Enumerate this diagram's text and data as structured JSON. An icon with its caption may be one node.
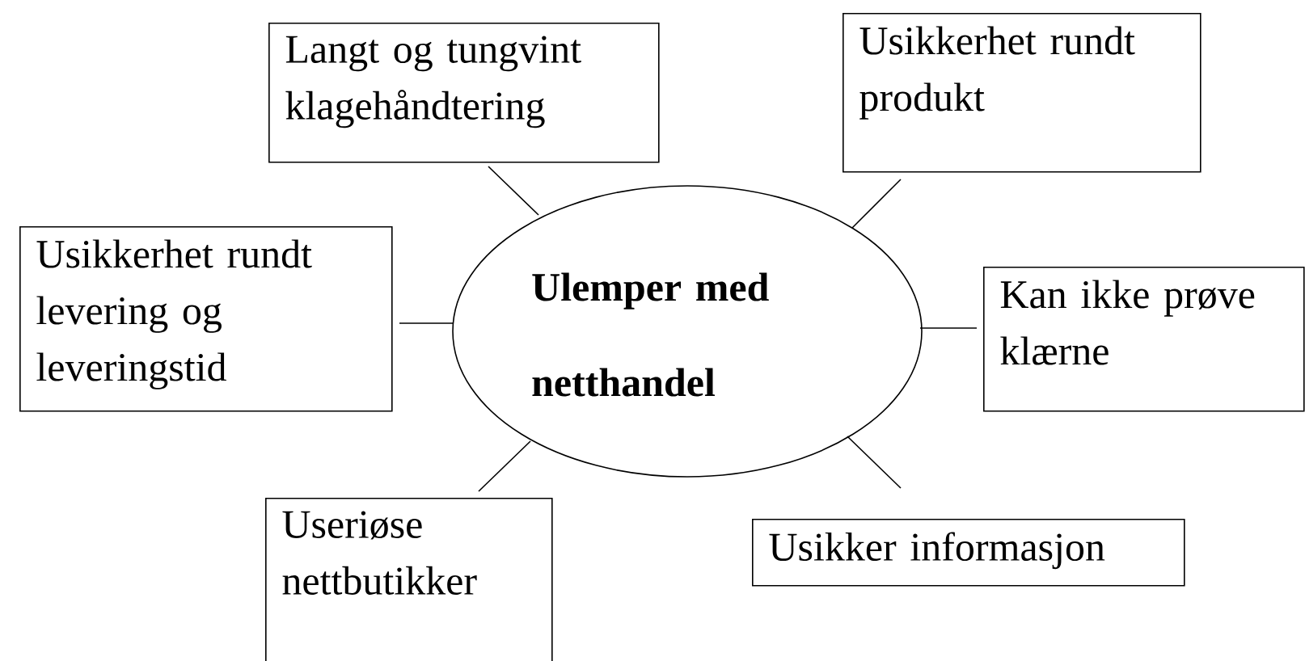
{
  "diagram": {
    "nodes": [
      {
        "text": [
          "Ulemper med netthandel"
        ]
      },
      {
        "text": [
          "Langt og tungvint klagehåndtering"
        ]
      },
      {
        "text": [
          "Usikkerhet rundt produkt"
        ]
      },
      {
        "text": [
          "Usikkerhet rundt levering og leveringstid"
        ]
      },
      {
        "text": [
          "Kan ikke prøve klærne"
        ]
      },
      {
        "text": [
          "Useriøse nettbutikker"
        ]
      },
      {
        "text": [
          "Usikker informasjon"
        ]
      }
    ],
    "edges": [
      {
        "from": 0,
        "to": 1,
        "arrow": "none"
      },
      {
        "from": 0,
        "to": 2,
        "arrow": "none"
      },
      {
        "from": 0,
        "to": 3,
        "arrow": "none"
      },
      {
        "from": 0,
        "to": 4,
        "arrow": "none"
      },
      {
        "from": 0,
        "to": 5,
        "arrow": "none"
      },
      {
        "from": 0,
        "to": 6,
        "arrow": "none"
      }
    ]
  }
}
